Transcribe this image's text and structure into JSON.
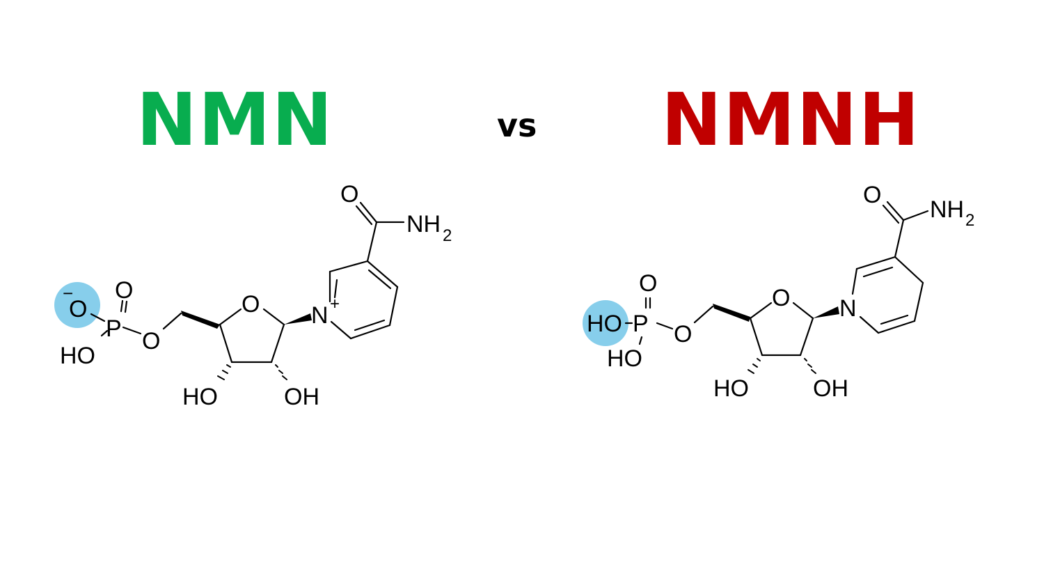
{
  "header": {
    "left_title": "NMN",
    "vs": "vs",
    "right_title": "NMNH",
    "left_color": "#08AD4F",
    "right_color": "#C00000"
  },
  "highlight_color": "#87CEEB",
  "molecules": {
    "nmn": {
      "name": "NMN",
      "charges": {
        "phosphate_oxygen": "−",
        "pyridinium_nitrogen": "+"
      },
      "labels": {
        "phosphate_o_minus": "O",
        "charge_minus": "−",
        "phosphorus": "P",
        "phosphate_double_o": "O",
        "phosphate_ho": "HO",
        "ester_o": "O",
        "ring_o": "O",
        "nitrogen": "N",
        "charge_plus": "+",
        "carbonyl_o": "O",
        "amide": "NH",
        "amide_sub": "2",
        "ho_left": "HO",
        "oh_right": "OH"
      },
      "highlighted_group": "O⁻"
    },
    "nmnh": {
      "name": "NMNH",
      "labels": {
        "phosphate_ho_highlight": "HO",
        "phosphorus": "P",
        "phosphate_double_o": "O",
        "phosphate_ho": "HO",
        "ester_o": "O",
        "ring_o": "O",
        "nitrogen": "N",
        "carbonyl_o": "O",
        "amide": "NH",
        "amide_sub": "2",
        "ho_left": "HO",
        "oh_right": "OH"
      },
      "highlighted_group": "HO"
    }
  }
}
